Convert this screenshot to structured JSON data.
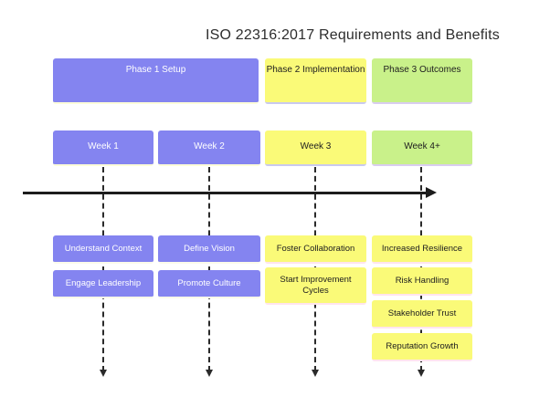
{
  "title": "ISO 22316:2017 Requirements and Benefits",
  "phases": [
    {
      "label": "Phase 1 Setup"
    },
    {
      "label": "Phase 2 Implementation"
    },
    {
      "label": "Phase 3 Outcomes"
    }
  ],
  "columns": [
    {
      "week": "Week 1",
      "phase": "Phase 1 Setup",
      "tasks": [
        "Understand Context",
        "Engage Leadership"
      ]
    },
    {
      "week": "Week 2",
      "phase": "Phase 1 Setup",
      "tasks": [
        "Define Vision",
        "Promote Culture"
      ]
    },
    {
      "week": "Week 3",
      "phase": "Phase 2 Implementation",
      "tasks": [
        "Foster Collaboration",
        "Start Improvement Cycles"
      ]
    },
    {
      "week": "Week 4+",
      "phase": "Phase 3 Outcomes",
      "tasks": [
        "Increased Resilience",
        "Risk Handling",
        "Stakeholder Trust",
        "Reputation Growth"
      ]
    }
  ],
  "palette": {
    "purple_fill": "#8484f0",
    "yellow_fill": "#fafa78",
    "green_fill": "#c9f18a",
    "purple_box_bottom_border": "#ffffd8",
    "yellow_top_box_bottom_border": "#c9c9ef",
    "yellow_task_box_bottom_border": "#ffe4ee",
    "green_box_bottom_border": "#d9cdf0",
    "text_on_purple": "#ffffff",
    "text_dark": "#202020",
    "axis_line": "#1c1c1c",
    "dashed_connector": "#2a2a2a",
    "background": "#ffffff"
  }
}
